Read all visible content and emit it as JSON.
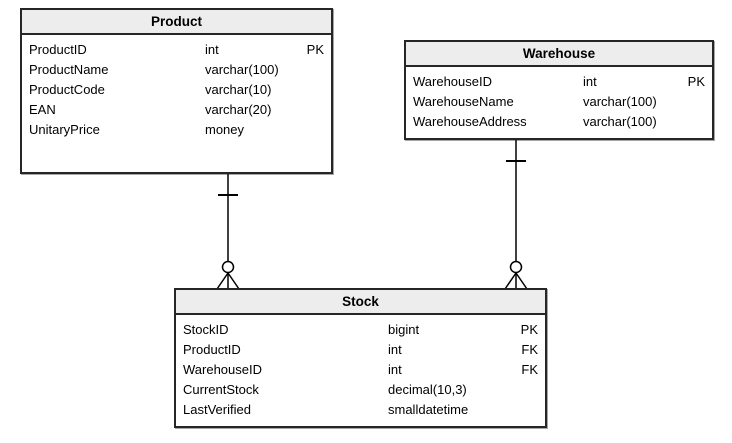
{
  "diagram": {
    "background_color": "#ffffff",
    "entity_border_color": "#262626",
    "entity_header_fill": "#ededed",
    "connector_color": "#000000"
  },
  "tables": {
    "product": {
      "title": "Product",
      "rows": [
        {
          "name": "ProductID",
          "type": "int",
          "key": "PK"
        },
        {
          "name": "ProductName",
          "type": "varchar(100)",
          "key": ""
        },
        {
          "name": "ProductCode",
          "type": "varchar(10)",
          "key": ""
        },
        {
          "name": "EAN",
          "type": "varchar(20)",
          "key": ""
        },
        {
          "name": "UnitaryPrice",
          "type": "money",
          "key": ""
        }
      ]
    },
    "warehouse": {
      "title": "Warehouse",
      "rows": [
        {
          "name": "WarehouseID",
          "type": "int",
          "key": "PK"
        },
        {
          "name": "WarehouseName",
          "type": "varchar(100)",
          "key": ""
        },
        {
          "name": "WarehouseAddress",
          "type": "varchar(100)",
          "key": ""
        }
      ]
    },
    "stock": {
      "title": "Stock",
      "rows": [
        {
          "name": "StockID",
          "type": "bigint",
          "key": "PK"
        },
        {
          "name": "ProductID",
          "type": "int",
          "key": "FK"
        },
        {
          "name": "WarehouseID",
          "type": "int",
          "key": "FK"
        },
        {
          "name": "CurrentStock",
          "type": "decimal(10,3)",
          "key": ""
        },
        {
          "name": "LastVerified",
          "type": "smalldatetime",
          "key": ""
        }
      ]
    }
  },
  "relationships": [
    {
      "from": "Product",
      "to": "Stock",
      "from_cardinality": "one",
      "to_cardinality": "zero-or-many"
    },
    {
      "from": "Warehouse",
      "to": "Stock",
      "from_cardinality": "one",
      "to_cardinality": "zero-or-many"
    }
  ]
}
